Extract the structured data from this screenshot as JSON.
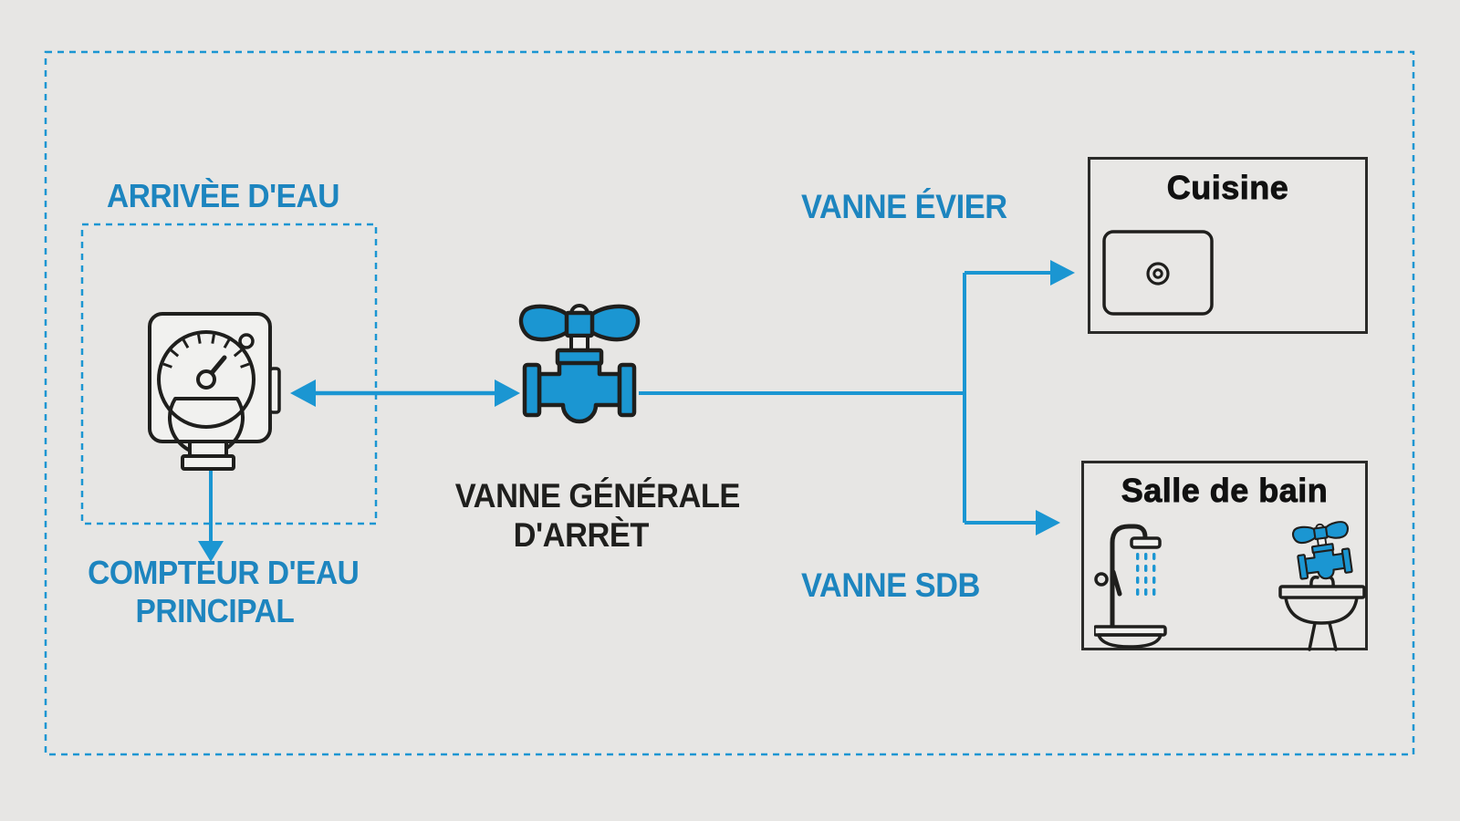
{
  "labels": {
    "water_supply": "ARRIVÈE D'EAU",
    "main_meter": [
      "COMPTEUR D'EAU",
      "PRINCIPAL"
    ],
    "main_valve": [
      "VANNE GÉNÉRALE",
      "D'ARRÈT"
    ],
    "sink_valve": "VANNE ÉVIER",
    "bathroom_valve": "VANNE SDB"
  },
  "rooms": {
    "kitchen": {
      "name": "Cuisine"
    },
    "bathroom": {
      "name": "Salle de bain"
    }
  },
  "icons": {
    "meter": "water-meter-icon",
    "main_valve": "shut-off-valve-icon",
    "kitchen_sink": "kitchen-sink-icon",
    "shower": "shower-icon",
    "washbasin": "washbasin-icon",
    "bathroom_valve": "small-valve-icon"
  },
  "colors": {
    "accent_blue": "#1b96d2",
    "label_blue": "#1d85bf",
    "line_dark": "#1f1f1d",
    "background": "#e7e6e4"
  }
}
